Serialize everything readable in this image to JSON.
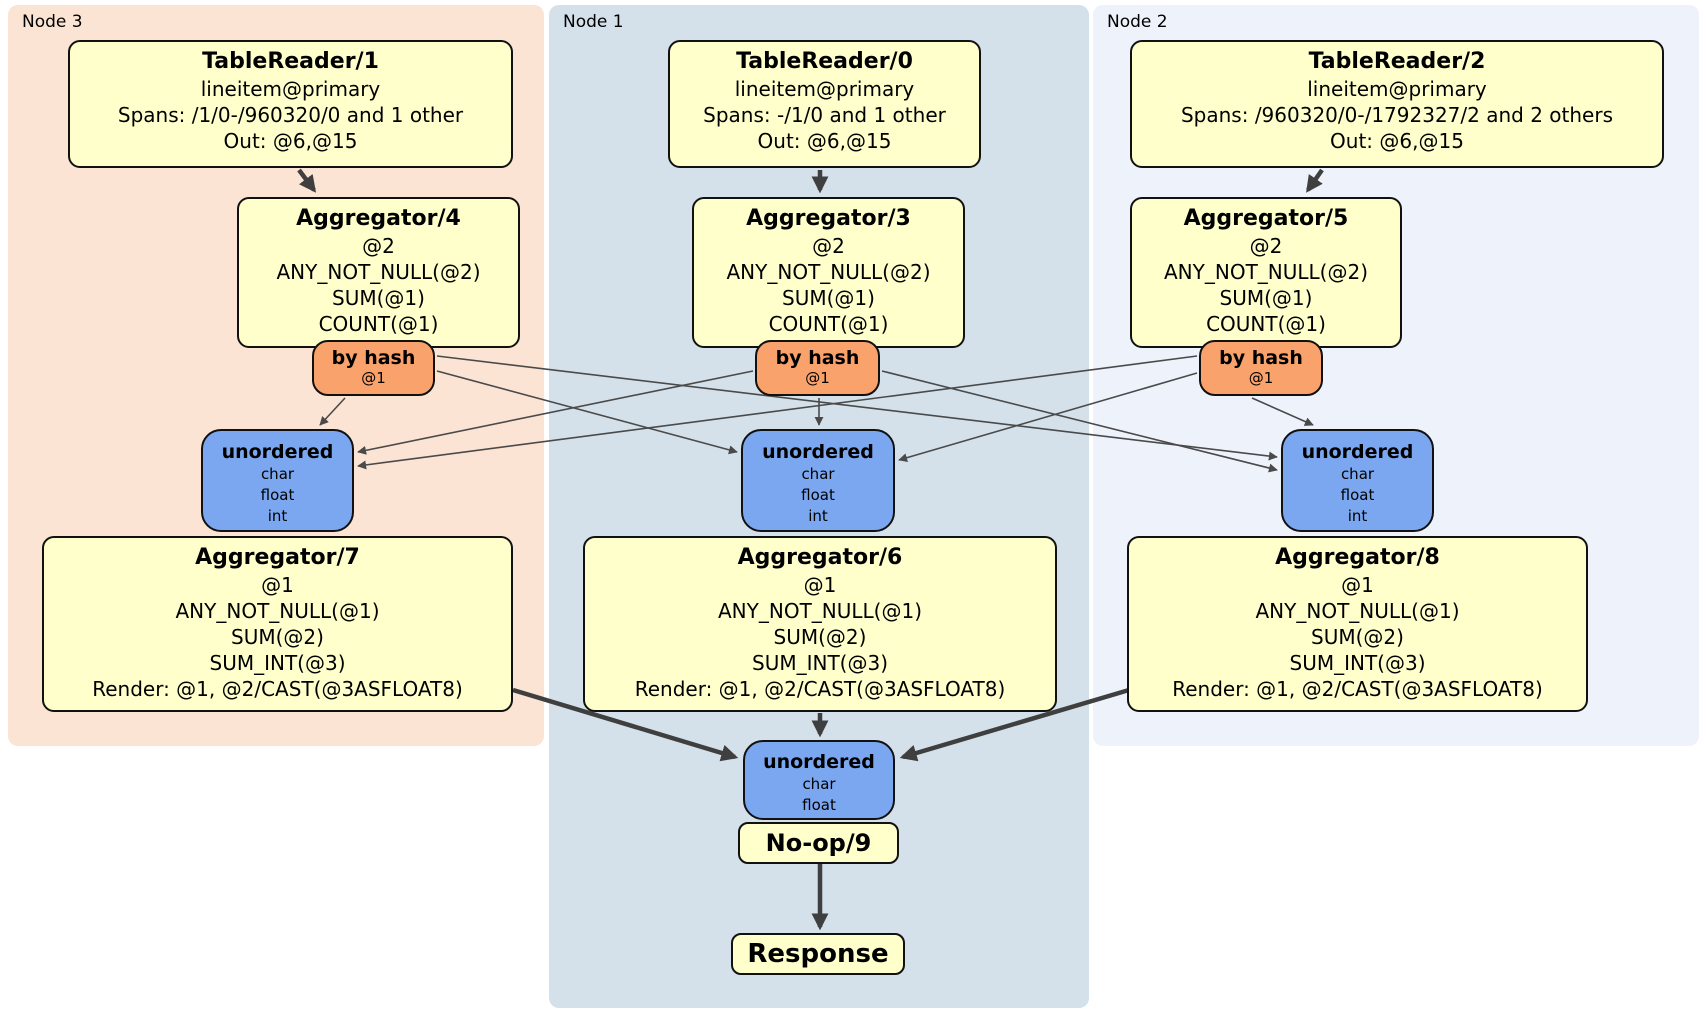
{
  "colors": {
    "node3_bg": "#fce4d4",
    "node1_bg": "#d4e1ea",
    "node2_bg": "#eef2fb",
    "processor_fill": "#ffffcc",
    "router_fill": "#f9a26b",
    "sync_fill": "#7aa7f0",
    "edge": "#4a4a4a"
  },
  "node3": {
    "label": "Node 3",
    "table_reader": {
      "title": "TableReader/1",
      "lines": [
        "lineitem@primary",
        "Spans: /1/0-/960320/0 and 1 other",
        "Out: @6,@15"
      ]
    },
    "aggregator_top": {
      "title": "Aggregator/4",
      "lines": [
        "@2",
        "ANY_NOT_NULL(@2)",
        "SUM(@1)",
        "COUNT(@1)"
      ]
    },
    "router": {
      "title": "by hash",
      "key": "@1"
    },
    "sync": {
      "title": "unordered",
      "lines": [
        "char",
        "float",
        "int"
      ]
    },
    "aggregator_bottom": {
      "title": "Aggregator/7",
      "lines": [
        "@1",
        "ANY_NOT_NULL(@1)",
        "SUM(@2)",
        "SUM_INT(@3)",
        "Render: @1, @2/CAST(@3ASFLOAT8)"
      ]
    }
  },
  "node1": {
    "label": "Node 1",
    "table_reader": {
      "title": "TableReader/0",
      "lines": [
        "lineitem@primary",
        "Spans: -/1/0 and 1 other",
        "Out: @6,@15"
      ]
    },
    "aggregator_top": {
      "title": "Aggregator/3",
      "lines": [
        "@2",
        "ANY_NOT_NULL(@2)",
        "SUM(@1)",
        "COUNT(@1)"
      ]
    },
    "router": {
      "title": "by hash",
      "key": "@1"
    },
    "sync": {
      "title": "unordered",
      "lines": [
        "char",
        "float",
        "int"
      ]
    },
    "aggregator_bottom": {
      "title": "Aggregator/6",
      "lines": [
        "@1",
        "ANY_NOT_NULL(@1)",
        "SUM(@2)",
        "SUM_INT(@3)",
        "Render: @1, @2/CAST(@3ASFLOAT8)"
      ]
    },
    "final_sync": {
      "title": "unordered",
      "lines": [
        "char",
        "float"
      ]
    },
    "noop": {
      "title": "No-op/9"
    },
    "response": {
      "title": "Response"
    }
  },
  "node2": {
    "label": "Node 2",
    "table_reader": {
      "title": "TableReader/2",
      "lines": [
        "lineitem@primary",
        "Spans: /960320/0-/1792327/2 and 2 others",
        "Out: @6,@15"
      ]
    },
    "aggregator_top": {
      "title": "Aggregator/5",
      "lines": [
        "@2",
        "ANY_NOT_NULL(@2)",
        "SUM(@1)",
        "COUNT(@1)"
      ]
    },
    "router": {
      "title": "by hash",
      "key": "@1"
    },
    "sync": {
      "title": "unordered",
      "lines": [
        "char",
        "float",
        "int"
      ]
    },
    "aggregator_bottom": {
      "title": "Aggregator/8",
      "lines": [
        "@1",
        "ANY_NOT_NULL(@1)",
        "SUM(@2)",
        "SUM_INT(@3)",
        "Render: @1, @2/CAST(@3ASFLOAT8)"
      ]
    }
  }
}
